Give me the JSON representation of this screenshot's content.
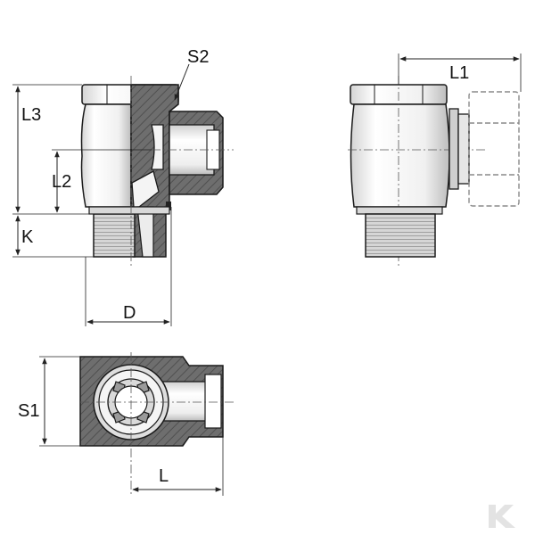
{
  "labels": {
    "s2": "S2",
    "l1": "L1",
    "l3": "L3",
    "l2": "L2",
    "k": "K",
    "d": "D",
    "s1": "S1",
    "l": "L"
  },
  "colors": {
    "outline": "#1a1a1a",
    "section_fill": "#6e6e6e",
    "hatch": "#3f3f3f",
    "body_light": "#f2f2f2",
    "body_shade": "#c8c8c8",
    "thread": "#9a9a9a",
    "dashed_part": "#8a8a8a",
    "dimension_line": "#222222",
    "watermark": "#e3e3e3"
  },
  "icons": {
    "watermark": "brand-k-logo-icon"
  }
}
